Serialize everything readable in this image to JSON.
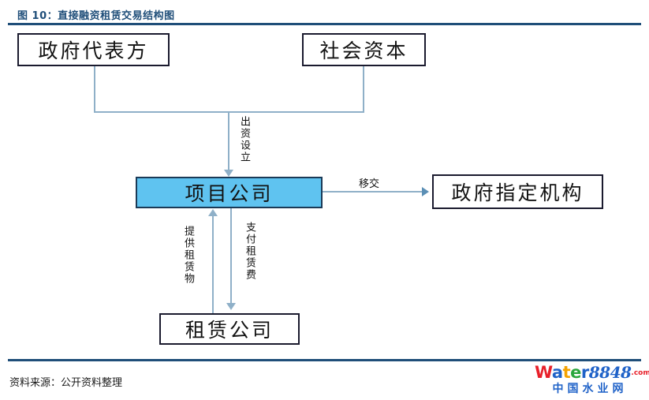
{
  "figure": {
    "title": "图 10：直接融资租赁交易结构图",
    "source_note": "资料来源：公开资料整理",
    "title_color": "#1f4e79",
    "rule_color": "#1f4e79"
  },
  "diagram": {
    "type": "flow-structure",
    "nodes": [
      {
        "id": "gov-rep",
        "label": "政府代表方",
        "fill": "#ffffff",
        "border": "#1a1a2e"
      },
      {
        "id": "capital",
        "label": "社会资本",
        "fill": "#ffffff",
        "border": "#1a1a2e"
      },
      {
        "id": "project",
        "label": "项目公司",
        "fill": "#5fc3f0",
        "border": "#1b3a57"
      },
      {
        "id": "agency",
        "label": "政府指定机构",
        "fill": "#ffffff",
        "border": "#1a1a2e"
      },
      {
        "id": "leasing",
        "label": "租赁公司",
        "fill": "#ffffff",
        "border": "#1a1a2e"
      }
    ],
    "edges": [
      {
        "id": "fund",
        "from": "gov-rep+capital",
        "to": "project",
        "label": "出资设立",
        "direction": "down",
        "orientation": "vertical"
      },
      {
        "id": "transfer",
        "from": "project",
        "to": "agency",
        "label": "移交",
        "direction": "right",
        "orientation": "horizontal"
      },
      {
        "id": "provide",
        "from": "leasing",
        "to": "project",
        "label": "提供租赁物",
        "direction": "up",
        "orientation": "vertical"
      },
      {
        "id": "payrent",
        "from": "project",
        "to": "leasing",
        "label": "支付租赁费",
        "direction": "down",
        "orientation": "vertical"
      }
    ],
    "connector_color": "#8fb0c8"
  },
  "logo": {
    "letters": [
      "W",
      "a",
      "t",
      "e",
      "r"
    ],
    "number": "8848",
    "tld": ".com",
    "subtitle": "中国水业网",
    "colors": {
      "W": "#e8202a",
      "a": "#1f62c8",
      "t": "#f5a200",
      "e": "#2aa63c",
      "r": "#1f62c8",
      "number": "#1f62c8",
      "tld": "#e8202a",
      "subtitle": "#1f62c8"
    }
  }
}
